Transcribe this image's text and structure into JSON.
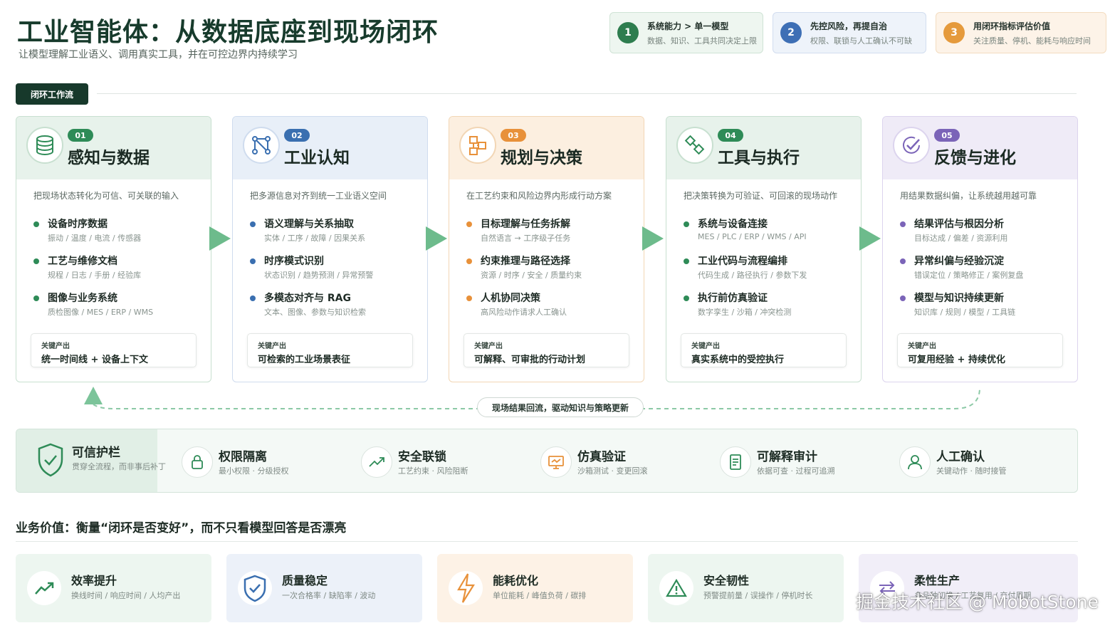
{
  "header": {
    "title": "工业智能体：从数据底座到现场闭环",
    "subtitle": "让模型理解工业语义、调用真实工具，并在可控边界内持续学习"
  },
  "principles": [
    {
      "num": "1",
      "title": "系统能力 > 单一模型",
      "desc": "数据、知识、工具共同决定上限",
      "color": "#2e7d4f",
      "bg": "#eef6f0",
      "border": "#cfe3d5"
    },
    {
      "num": "2",
      "title": "先控风险，再提自治",
      "desc": "权限、联锁与人工确认不可缺",
      "color": "#3e6fb5",
      "bg": "#eef3fa",
      "border": "#d2ddef"
    },
    {
      "num": "3",
      "title": "用闭环指标评估价值",
      "desc": "关注质量、停机、能耗与响应时间",
      "color": "#e59a3c",
      "bg": "#fdf3e8",
      "border": "#f3dcc0"
    }
  ],
  "section_tag": "闭环工作流",
  "stages": [
    {
      "num": "01",
      "title": "感知与数据",
      "icon": "database-icon",
      "desc": "把现场状态转化为可信、可关联的输入",
      "color": "#2e8b57",
      "head_bg": "#e7f2eb",
      "border": "#c8e0d0",
      "items": [
        {
          "title": "设备时序数据",
          "sub": "振动 / 温度 / 电流 / 传感器"
        },
        {
          "title": "工艺与维修文档",
          "sub": "规程 / 日志 / 手册 / 经验库"
        },
        {
          "title": "图像与业务系统",
          "sub": "质检图像 / MES / ERP / WMS"
        }
      ],
      "output_label": "关键产出",
      "output": "统一时间线 + 设备上下文"
    },
    {
      "num": "02",
      "title": "工业认知",
      "icon": "network-icon",
      "desc": "把多源信息对齐到统一工业语义空间",
      "color": "#3a6fb0",
      "head_bg": "#e8eff8",
      "border": "#cfdcee",
      "items": [
        {
          "title": "语义理解与关系抽取",
          "sub": "实体 / 工序 / 故障 / 因果关系"
        },
        {
          "title": "时序模式识别",
          "sub": "状态识别 / 趋势预测 / 异常预警"
        },
        {
          "title": "多模态对齐与 RAG",
          "sub": "文本、图像、参数与知识检索"
        }
      ],
      "output_label": "关键产出",
      "output": "可检索的工业场景表征"
    },
    {
      "num": "03",
      "title": "规划与决策",
      "icon": "flow-icon",
      "desc": "在工艺约束和风险边界内形成行动方案",
      "color": "#e8913a",
      "head_bg": "#fcefe0",
      "border": "#f2d6b5",
      "items": [
        {
          "title": "目标理解与任务拆解",
          "sub": "自然语言 → 工序级子任务"
        },
        {
          "title": "约束推理与路径选择",
          "sub": "资源 / 时序 / 安全 / 质量约束"
        },
        {
          "title": "人机协同决策",
          "sub": "高风险动作请求人工确认"
        }
      ],
      "output_label": "关键产出",
      "output": "可解释、可审批的行动计划"
    },
    {
      "num": "04",
      "title": "工具与执行",
      "icon": "tools-icon",
      "desc": "把决策转换为可验证、可回滚的现场动作",
      "color": "#2e8b57",
      "head_bg": "#e7f2eb",
      "border": "#c8e0d0",
      "items": [
        {
          "title": "系统与设备连接",
          "sub": "MES / PLC / ERP / WMS / API"
        },
        {
          "title": "工业代码与流程编排",
          "sub": "代码生成 / 路径执行 / 参数下发"
        },
        {
          "title": "执行前仿真验证",
          "sub": "数字孪生 / 沙箱 / 冲突检测"
        }
      ],
      "output_label": "关键产出",
      "output": "真实系统中的受控执行"
    },
    {
      "num": "05",
      "title": "反馈与进化",
      "icon": "check-circle-icon",
      "desc": "用结果数据纠偏，让系统越用越可靠",
      "color": "#7b64b8",
      "head_bg": "#efebf7",
      "border": "#dcd4ee",
      "items": [
        {
          "title": "结果评估与根因分析",
          "sub": "目标达成 / 偏差 / 资源利用"
        },
        {
          "title": "异常纠偏与经验沉淀",
          "sub": "错误定位 / 策略修正 / 案例复盘"
        },
        {
          "title": "模型与知识持续更新",
          "sub": "知识库 / 规则 / 模型 / 工具链"
        }
      ],
      "output_label": "关键产出",
      "output": "可复用经验 + 持续优化"
    }
  ],
  "feedback_loop_label": "现场结果回流，驱动知识与策略更新",
  "guardrail": {
    "title": "可信护栏",
    "sub": "贯穿全流程，而非事后补丁",
    "items": [
      {
        "title": "权限隔离",
        "sub": "最小权限 · 分级授权",
        "icon": "lock-icon"
      },
      {
        "title": "安全联锁",
        "sub": "工艺约束 · 风险阻断",
        "icon": "trend-icon"
      },
      {
        "title": "仿真验证",
        "sub": "沙箱测试 · 变更回滚",
        "icon": "monitor-icon"
      },
      {
        "title": "可解释审计",
        "sub": "依据可查 · 过程可追溯",
        "icon": "document-icon"
      },
      {
        "title": "人工确认",
        "sub": "关键动作 · 随时接管",
        "icon": "user-icon"
      }
    ]
  },
  "value_section": {
    "title": "业务价值：衡量“闭环是否变好”，而不只看模型回答是否漂亮",
    "cards": [
      {
        "title": "效率提升",
        "sub": "换线时间 / 响应时间 / 人均产出",
        "icon": "trend-up-icon",
        "bg": "#edf6f0",
        "color": "#2e8b57"
      },
      {
        "title": "质量稳定",
        "sub": "一次合格率 / 缺陷率 / 波动",
        "icon": "shield-check-icon",
        "bg": "#ecf1f9",
        "color": "#3a6fb0"
      },
      {
        "title": "能耗优化",
        "sub": "单位能耗 / 峰值负荷 / 碳排",
        "icon": "lightning-icon",
        "bg": "#fdf2e6",
        "color": "#e8913a"
      },
      {
        "title": "安全韧性",
        "sub": "预警提前量 / 误操作 / 停机时长",
        "icon": "warning-icon",
        "bg": "#edf6f0",
        "color": "#2e8b57"
      },
      {
        "title": "柔性生产",
        "sub": "多品种切换 / 工艺复用 / 交付周期",
        "icon": "switch-icon",
        "bg": "#f1eef8",
        "color": "#7b64b8"
      }
    ]
  },
  "watermark": "掘金技术社区 @ MobotStone"
}
